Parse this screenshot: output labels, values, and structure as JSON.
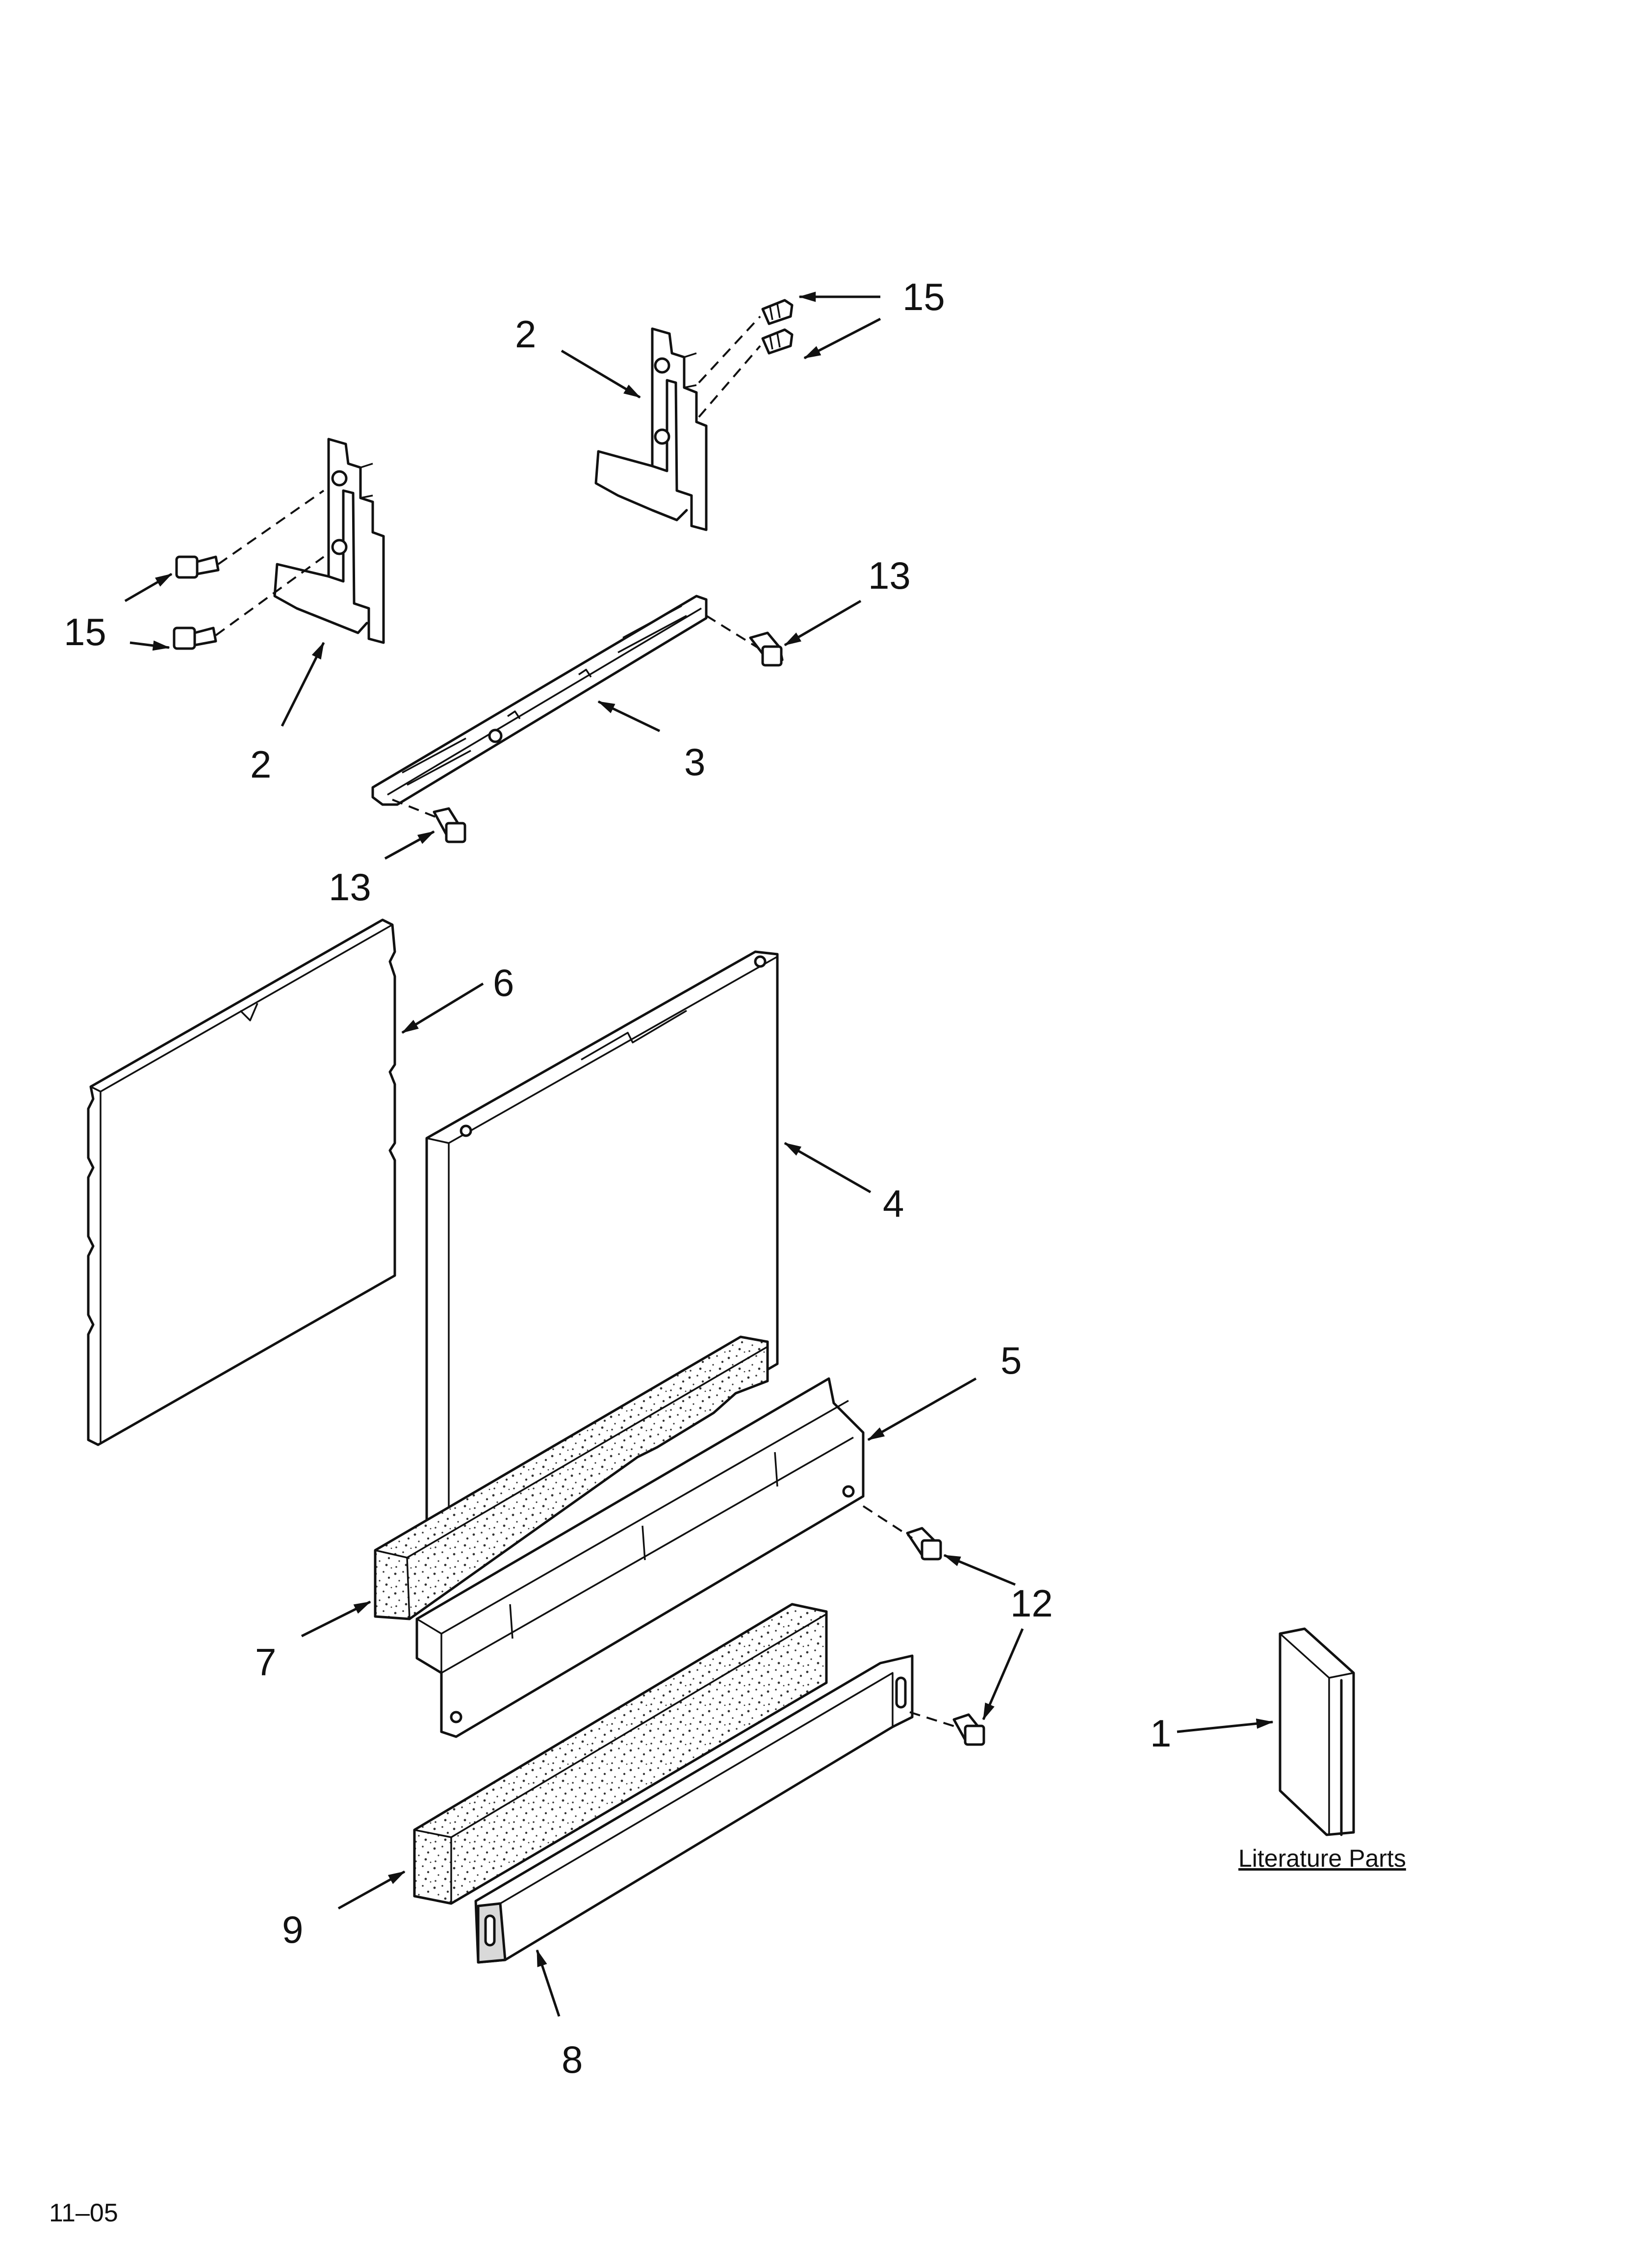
{
  "diagram": {
    "callouts": {
      "c1": "1",
      "c2a": "2",
      "c2b": "2",
      "c3": "3",
      "c4": "4",
      "c5": "5",
      "c6": "6",
      "c7": "7",
      "c8": "8",
      "c9": "9",
      "c12": "12",
      "c13a": "13",
      "c13b": "13",
      "c15a": "15",
      "c15b": "15"
    },
    "literature_label": "Literature Parts",
    "footer_code": "11–05"
  }
}
